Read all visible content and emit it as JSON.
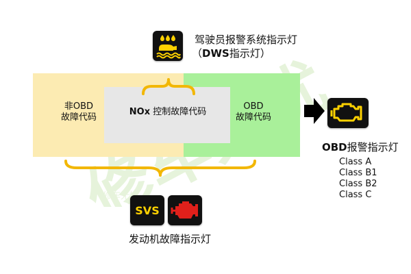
{
  "dws": {
    "title": "驾驶员报警系统指示灯",
    "subtitle_open": "（",
    "subtitle_code": "DWS",
    "subtitle_rest": "指示灯）"
  },
  "regions": {
    "non_obd_line1": "非OBD",
    "non_obd_line2": "故障代码",
    "nox_prefix": "NOx",
    "nox_rest": " 控制故障代码",
    "obd_line1": "OBD",
    "obd_line2": "故障代码"
  },
  "obd": {
    "title_code": "OBD",
    "title_rest": "报警指示灯",
    "classes": [
      "Class A",
      "Class B1",
      "Class B2",
      "Class C"
    ]
  },
  "bottom": {
    "svs_text": "SVS",
    "label": "发动机故障指示灯"
  },
  "watermark": {
    "main": "修车无忧",
    "small": "修车无忧"
  },
  "colors": {
    "yellow_region": "#fcebb2",
    "green_region": "#a9f09a",
    "gray_region": "#e7e7e7",
    "brace": "#f2b705",
    "warning_yellow": "#ffd200",
    "engine_red": "#e0201b",
    "watermark_green": "#7bbf3f"
  },
  "icons": [
    "dws-icon",
    "arrow-right-icon",
    "obd-engine-icon",
    "svs-icon",
    "engine-red-icon",
    "brace-icon"
  ]
}
